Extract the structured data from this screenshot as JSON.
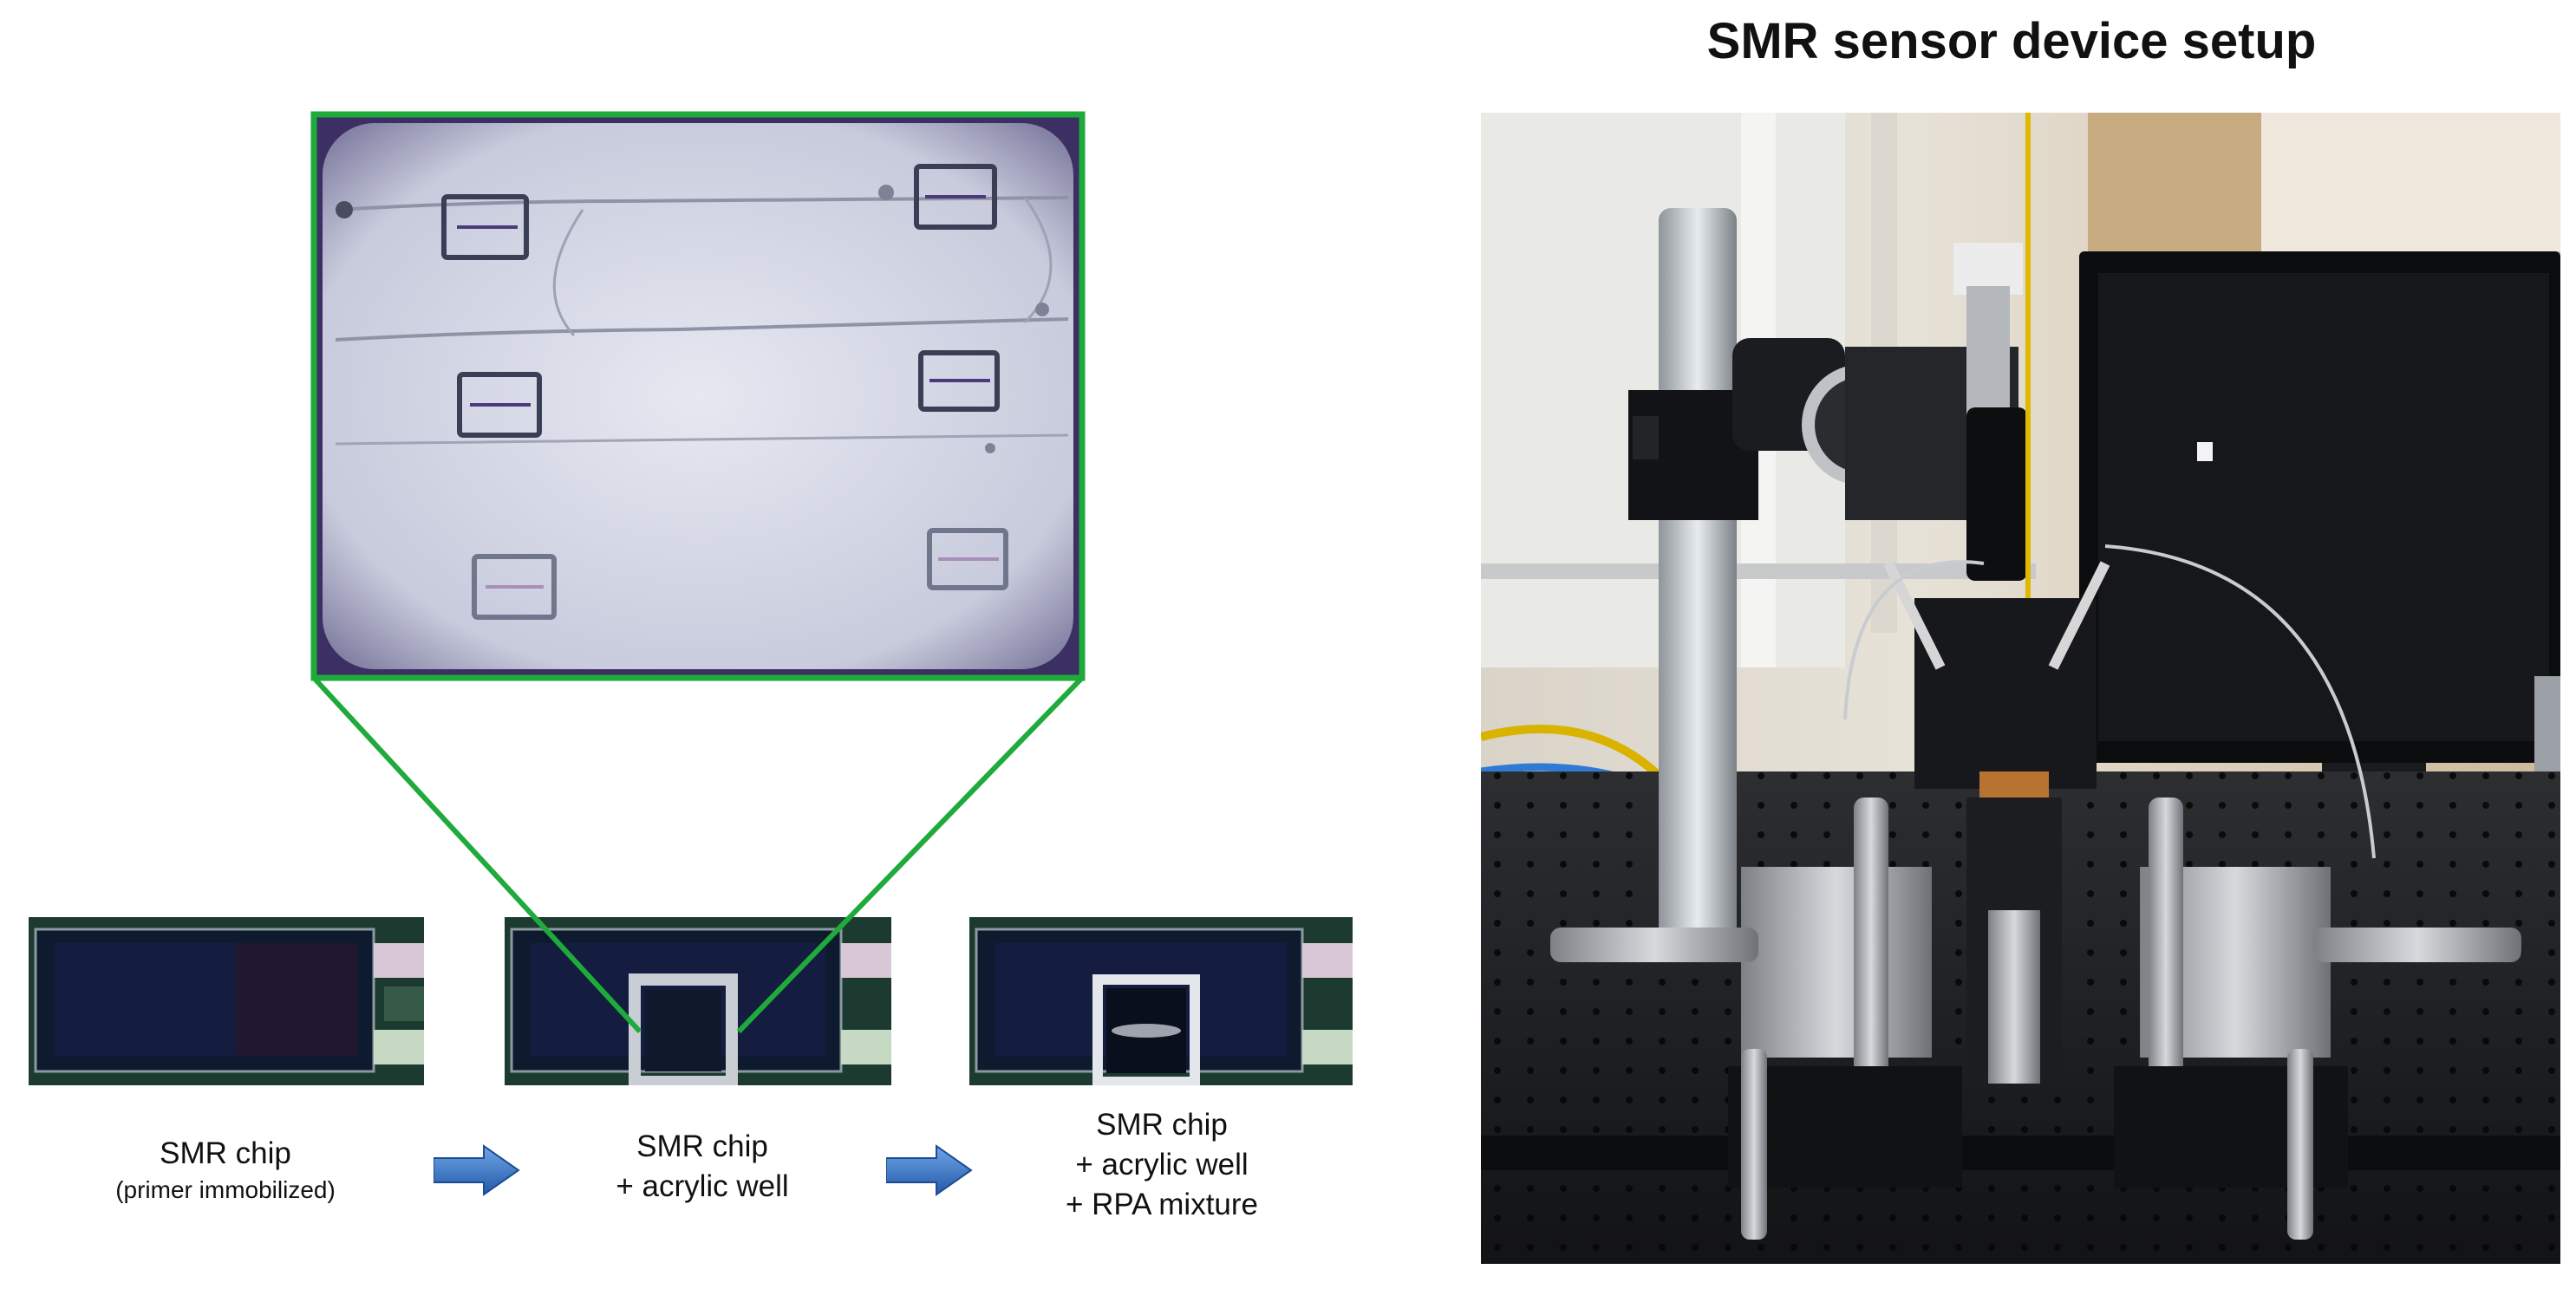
{
  "right_panel": {
    "title": "SMR sensor device setup"
  },
  "steps": [
    {
      "line1": "SMR chip",
      "line2": "(primer immobilized)",
      "line3": ""
    },
    {
      "line1": "SMR chip",
      "line2": "+ acrylic well",
      "line3": ""
    },
    {
      "line1": "SMR chip",
      "line2": "+ acrylic well",
      "line3": "+ RPA mixture"
    }
  ],
  "colors": {
    "zoom_frame": "#1faa3c",
    "arrow": "#2f6fc1",
    "chip_dark": "#141c33",
    "chip_frame": "#244338"
  },
  "icons": {
    "step_arrow": "arrow-right-icon"
  }
}
